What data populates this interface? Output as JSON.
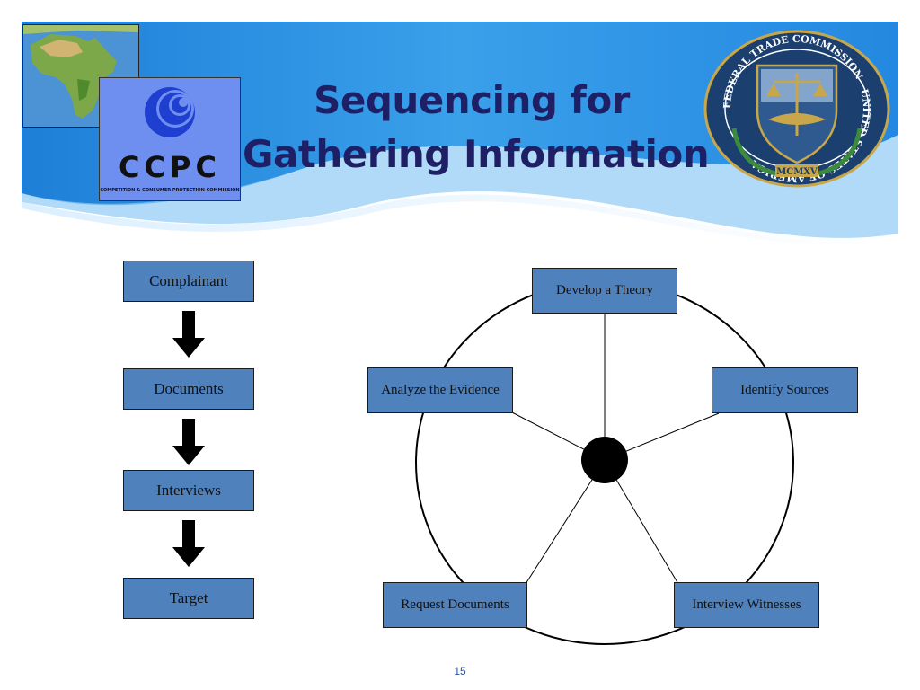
{
  "slide": {
    "title_line1": "Sequencing for",
    "title_line2": "Gathering Information",
    "page_number": "15"
  },
  "logos": {
    "ccpc_letters": "CCPC",
    "ccpc_subtitle": "COMPETITION & CONSUMER PROTECTION COMMISSION",
    "ftc_seal_text": "FEDERAL TRADE COMMISSION · UNITED STATES OF AMERICA",
    "ftc_seal_year": "MCMXV"
  },
  "flow": {
    "steps": [
      "Complainant",
      "Documents",
      "Interviews",
      "Target"
    ]
  },
  "wheel": {
    "develop_theory": "Develop a Theory",
    "identify_sources": "Identify Sources",
    "interview_witnesses": "Interview Witnesses",
    "request_documents": "Request Documents",
    "analyze_evidence": "Analyze the Evidence"
  },
  "colors": {
    "box_fill": "#4f81bd",
    "title": "#1f1f66",
    "header_blue": "#2a8fe0"
  }
}
